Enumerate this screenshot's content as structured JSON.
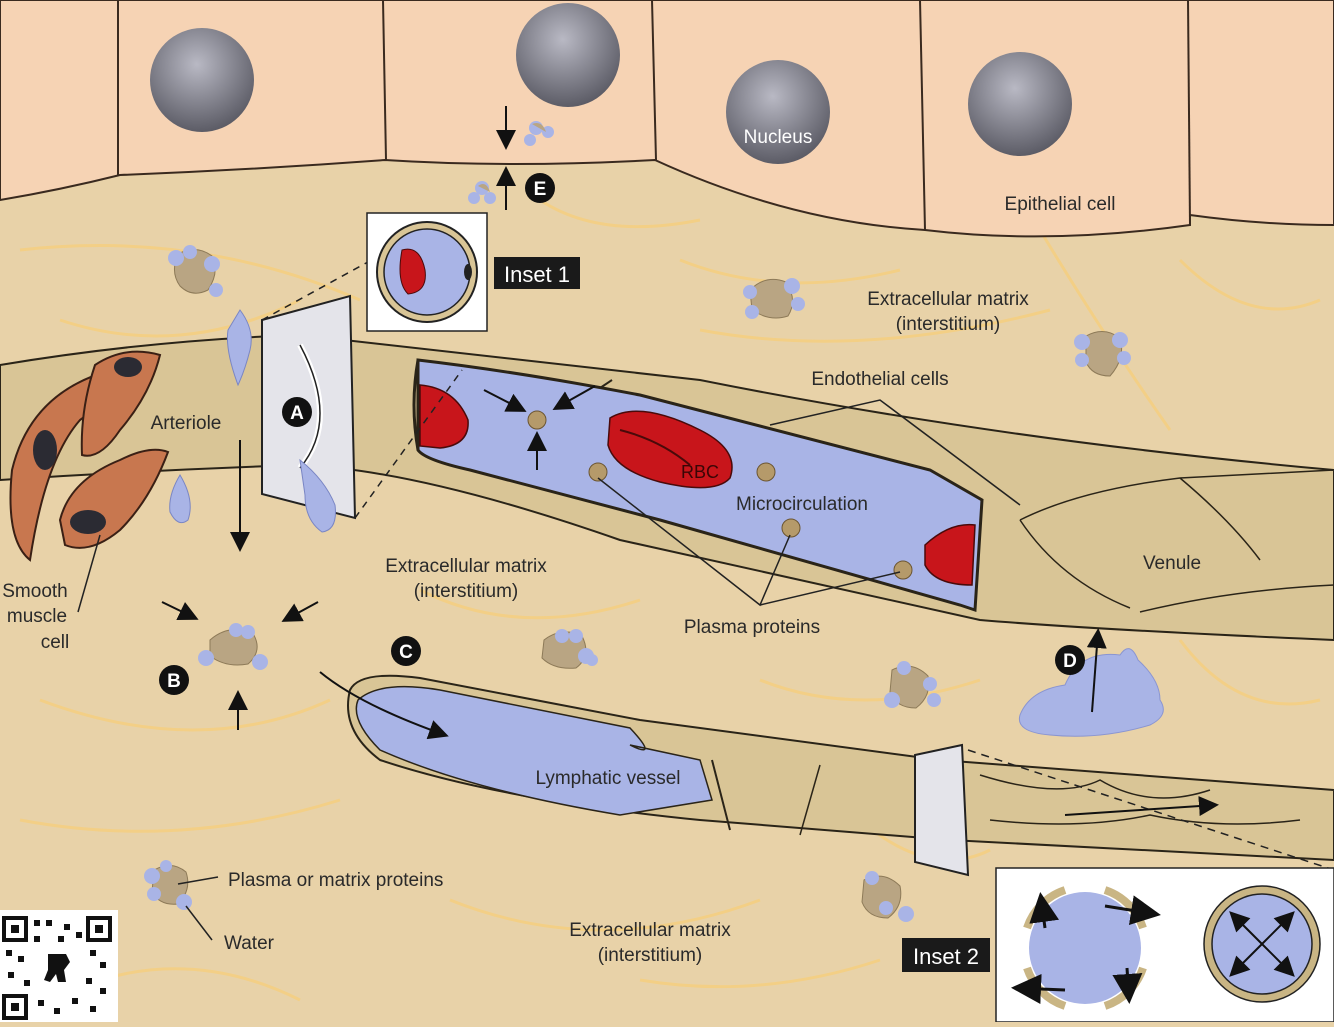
{
  "labels": {
    "nucleus": "Nucleus",
    "epithelial_cell": "Epithelial cell",
    "ecm_top": "Extracellular matrix",
    "ecm_top_2": "(interstitium)",
    "endothelial_cells": "Endothelial cells",
    "arteriole": "Arteriole",
    "rbc": "RBC",
    "microcirculation": "Microcirculation",
    "venule": "Venule",
    "ecm_mid": "Extracellular matrix",
    "ecm_mid_2": "(interstitium)",
    "plasma_proteins": "Plasma proteins",
    "smooth_muscle_1": "Smooth",
    "smooth_muscle_2": "muscle",
    "smooth_muscle_3": "cell",
    "lymphatic_vessel": "Lymphatic vessel",
    "plasma_or_matrix_proteins": "Plasma or matrix proteins",
    "water": "Water",
    "ecm_bottom": "Extracellular matrix",
    "ecm_bottom_2": "(interstitium)",
    "inset1": "Inset 1",
    "inset2": "Inset 2"
  },
  "badges": {
    "a": "A",
    "b": "B",
    "c": "C",
    "d": "D",
    "e": "E"
  },
  "colors": {
    "interstitium": "#e8d2a8",
    "epithelium": "#f6d3b4",
    "vessel_wall": "#d9c596",
    "plasma": "#a9b4e6",
    "rbc": "#c8151b",
    "smooth_muscle": "#c8774f",
    "nucleus": "#6f6f78",
    "fiber": "#f5cf80"
  }
}
